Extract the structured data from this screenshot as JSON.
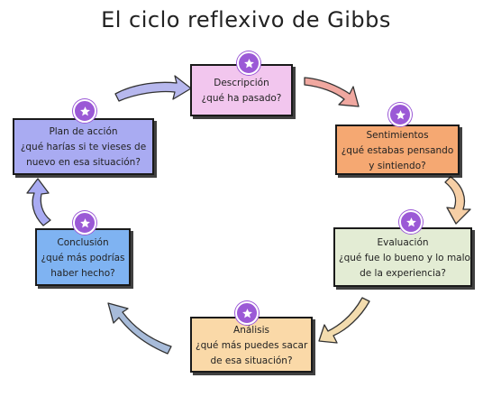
{
  "title": "El ciclo reflexivo de Gibbs",
  "colors": {
    "descripcion": "#f2c6ee",
    "sentimientos": "#f5a872",
    "evaluacion": "#e3ecd4",
    "analisis": "#fad9a8",
    "conclusion": "#7fb3f2",
    "plan": "#a9abf2",
    "badge": "#9b59d6"
  },
  "stages": [
    {
      "id": "descripcion",
      "lines": [
        "Descripción",
        "¿qué ha pasado?"
      ]
    },
    {
      "id": "sentimientos",
      "lines": [
        "Sentimientos",
        "¿qué estabas pensando",
        "y sintiendo?"
      ]
    },
    {
      "id": "evaluacion",
      "lines": [
        "Evaluación",
        "¿qué fue lo bueno y lo malo",
        "de la experiencia?"
      ]
    },
    {
      "id": "analisis",
      "lines": [
        "Análisis",
        "¿qué más puedes sacar",
        "de esa situación?"
      ]
    },
    {
      "id": "conclusion",
      "lines": [
        "Conclusión",
        "¿qué más podrías",
        "haber hecho?"
      ]
    },
    {
      "id": "plan",
      "lines": [
        "Plan de acción",
        "¿qué harías si te vieses de",
        "nuevo en esa situación?"
      ]
    }
  ]
}
